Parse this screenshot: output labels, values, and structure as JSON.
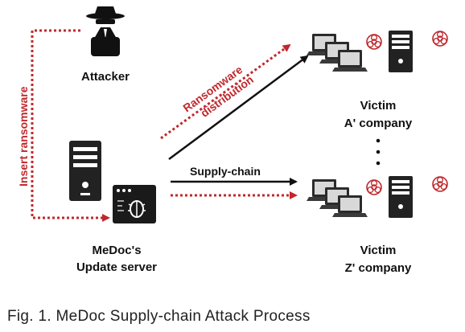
{
  "colors": {
    "red": "#c0282d",
    "black": "#111111"
  },
  "labels": {
    "attacker": "Attacker",
    "insert": "Insert ransomware",
    "ransomware_line1": "Ransomware",
    "ransomware_line2": "distribution",
    "supply_chain": "Supply-chain",
    "server_line1": "MeDoc's",
    "server_line2": "Update server",
    "victim_a_line1": "Victim",
    "victim_a_line2": "A' company",
    "victim_z_line1": "Victim",
    "victim_z_line2": "Z' company"
  },
  "caption": "Fig. 1. MeDoc Supply-chain Attack Process",
  "icons": [
    "spy-icon",
    "server-icon",
    "bug-window-icon",
    "laptop-icon",
    "tower-icon",
    "biohazard-icon"
  ]
}
